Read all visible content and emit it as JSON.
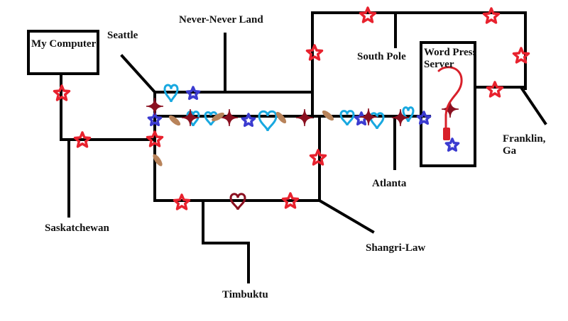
{
  "title": "",
  "nodes": {
    "my_computer": "My Computer",
    "seattle": "Seattle",
    "never_never_land": "Never-Never Land",
    "south_pole": "South Pole",
    "word_press_server": "Word Press Server",
    "franklin_ga": "Franklin, Ga",
    "atlanta": "Atlanta",
    "saskatchewan": "Saskatchewan",
    "timbuktu": "Timbuktu",
    "shangri_law": "Shangri-Law"
  },
  "colors": {
    "line": "#000000",
    "router_star": "#e8222e",
    "packet_star": "#3b3bd0",
    "heart_cyan": "#18a8e0",
    "heart_maroon": "#8a1020",
    "sparkle": "#8a1020",
    "leaf": "#b8835a",
    "question_mark": "#d8202a"
  },
  "marker_names": {
    "router": "router-star-icon",
    "packet": "packet-star-icon",
    "heart": "heart-icon",
    "sparkle": "sparkle-icon",
    "leaf": "leaf-icon",
    "question": "question-mark-icon"
  }
}
